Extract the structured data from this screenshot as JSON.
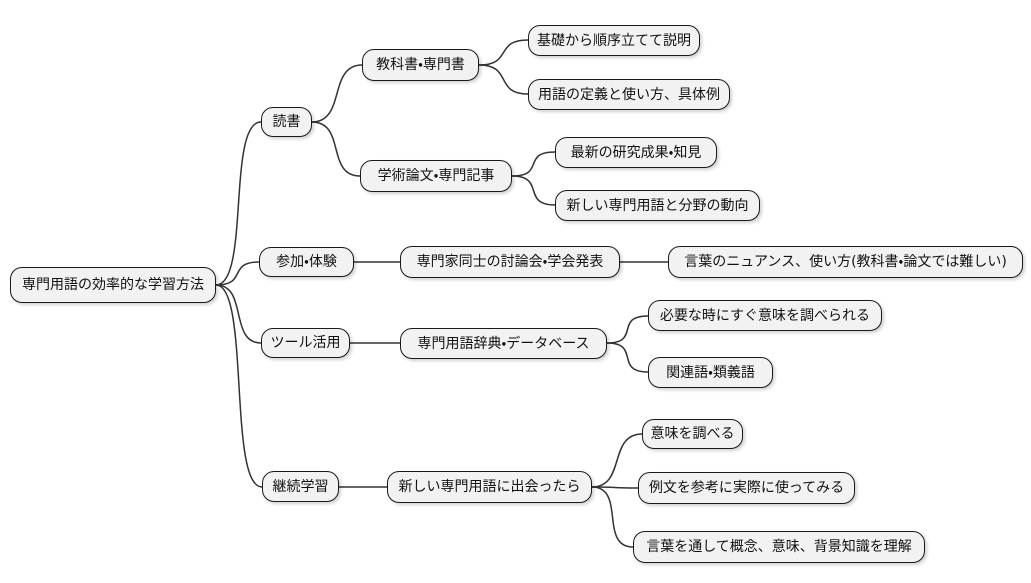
{
  "diagram": {
    "type": "mindmap",
    "colors": {
      "background": "#ffffff",
      "node_fill": "#f2f2f2",
      "node_border": "#1a1a1a",
      "edge": "#333333",
      "text": "#111111"
    },
    "root": {
      "label": "専門用語の効率的な学習方法"
    },
    "branches": [
      {
        "label": "読書",
        "children": [
          {
            "label": "教科書・専門書",
            "children": [
              {
                "label": "基礎から順序立てて説明"
              },
              {
                "label": "用語の定義と使い方、具体例"
              }
            ]
          },
          {
            "label": "学術論文・専門記事",
            "children": [
              {
                "label": "最新の研究成果・知見"
              },
              {
                "label": "新しい専門用語と分野の動向"
              }
            ]
          }
        ]
      },
      {
        "label": "参加・体験",
        "children": [
          {
            "label": "専門家同士の討論会・学会発表",
            "children": [
              {
                "label": "言葉のニュアンス、使い方(教科書・論文では難しい)"
              }
            ]
          }
        ]
      },
      {
        "label": "ツール活用",
        "children": [
          {
            "label": "専門用語辞典・データベース",
            "children": [
              {
                "label": "必要な時にすぐ意味を調べられる"
              },
              {
                "label": "関連語・類義語"
              }
            ]
          }
        ]
      },
      {
        "label": "継続学習",
        "children": [
          {
            "label": "新しい専門用語に出会ったら",
            "children": [
              {
                "label": "意味を調べる"
              },
              {
                "label": "例文を参考に実際に使ってみる"
              },
              {
                "label": "言葉を通して概念、意味、背景知識を理解"
              }
            ]
          }
        ]
      }
    ]
  }
}
